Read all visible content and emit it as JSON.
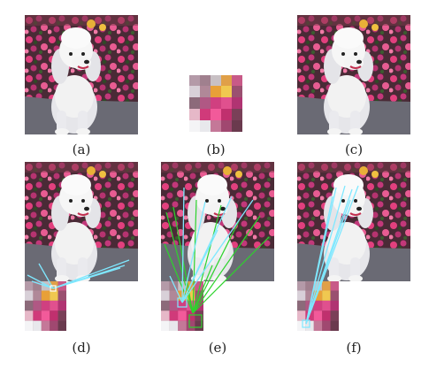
{
  "figure": {
    "captions": [
      "(a)",
      "(b)",
      "(c)",
      "(d)",
      "(e)",
      "(f)"
    ]
  },
  "colors": {
    "line_cyan": "#7fe8ff",
    "line_green": "#2dd32d",
    "box_white": "#ffffff",
    "flower_pink": "#e2407e",
    "flower_magenta": "#c2387a",
    "background_dark": "#4a2a36",
    "ground": "#6a6a74",
    "dog_white": "#f2f2f2"
  }
}
